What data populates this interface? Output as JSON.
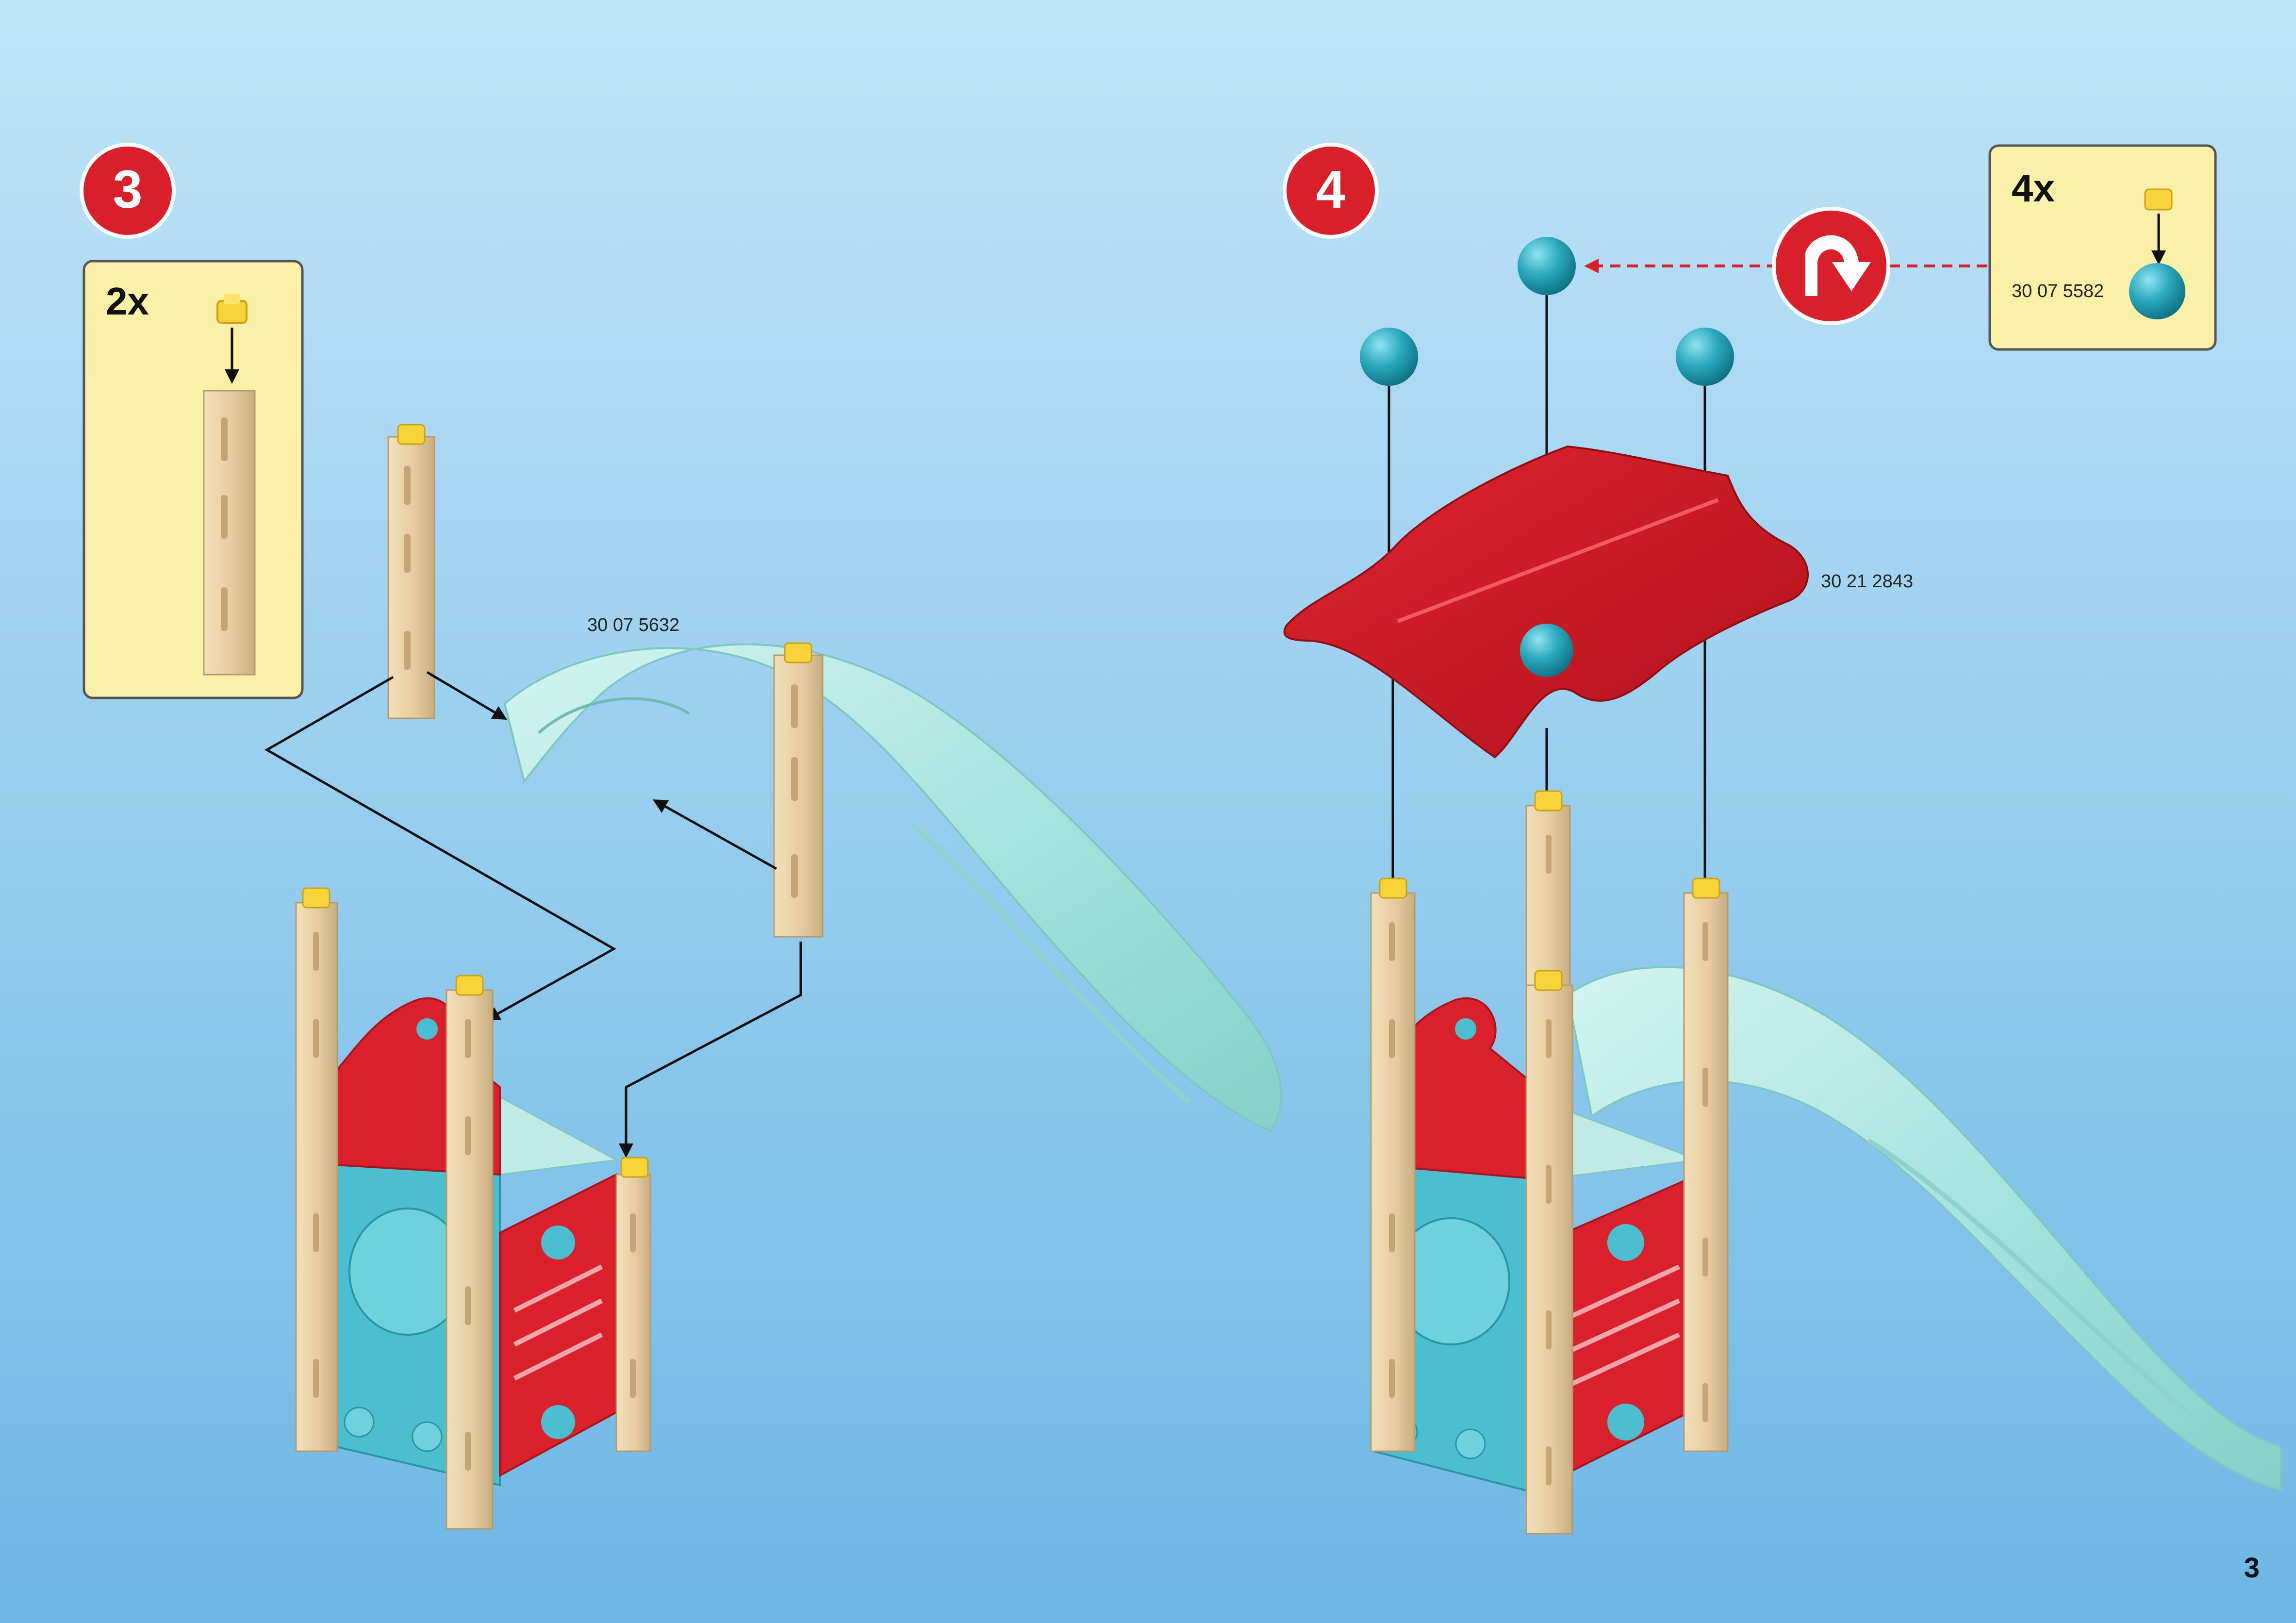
{
  "steps": [
    {
      "number": "3",
      "count_label": "2x"
    },
    {
      "number": "4",
      "count_label": "4x",
      "part_number": "30 07 5582"
    }
  ],
  "part_labels": {
    "slide": "30 07 5632",
    "roof": "30 21 2843"
  },
  "page_number": "3",
  "colors": {
    "badge_red": "#d81f2a",
    "callout_yellow": "#fbf0a8",
    "post_beige": "#e6cc9f",
    "frame_red": "#d9202b",
    "panel_teal": "#4bbfcf",
    "slide_mint": "#a7e4de",
    "ball_teal": "#1f9cb1",
    "peg_yellow": "#f7d43a"
  },
  "icons": [
    "rotate-icon",
    "arrow-icon",
    "peg-icon",
    "ball-icon"
  ]
}
